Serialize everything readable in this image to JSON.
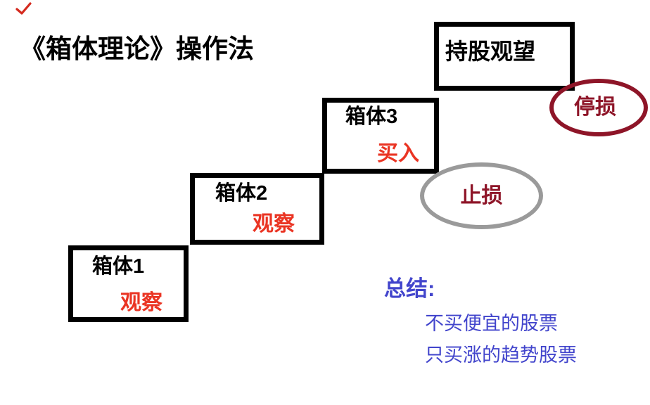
{
  "title": "《箱体理论》操作法",
  "boxes": [
    {
      "id": "box1",
      "label": "箱体1",
      "action": "观察"
    },
    {
      "id": "box2",
      "label": "箱体2",
      "action": "观察"
    },
    {
      "id": "box3",
      "label": "箱体3",
      "action": "买入"
    },
    {
      "id": "box4",
      "label": "持股观望",
      "action": ""
    }
  ],
  "ellipses": [
    {
      "id": "zhisun",
      "label": "止损"
    },
    {
      "id": "tingsun",
      "label": "停损"
    }
  ],
  "summary": {
    "heading": "总结:",
    "lines": [
      "不买便宜的股票",
      "只买涨的趋势股票"
    ]
  },
  "colors": {
    "red": "#ea3423",
    "maroon": "#8e1528",
    "gray": "#9a9a9a",
    "blue": "#4245cc",
    "black": "#000000",
    "tick": "#d42a1e"
  }
}
